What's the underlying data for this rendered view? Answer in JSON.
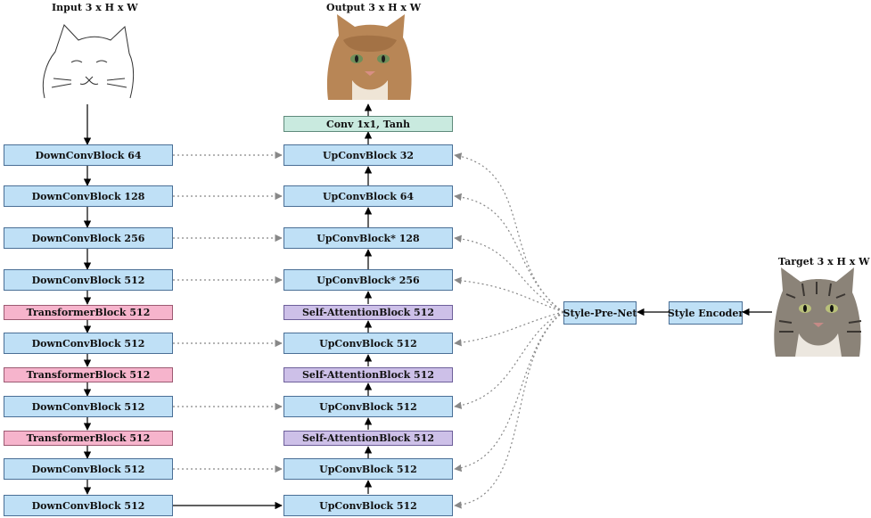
{
  "labels": {
    "input": "Input 3 x H x W",
    "output": "Output 3 x H x W",
    "target": "Target 3 x H x W"
  },
  "encoder": [
    "DownConvBlock 64",
    "DownConvBlock 128",
    "DownConvBlock 256",
    "DownConvBlock 512",
    "TransformerBlock 512",
    "DownConvBlock 512",
    "TransformerBlock  512",
    "DownConvBlock 512",
    "TransformerBlock  512",
    "DownConvBlock 512",
    "DownConvBlock 512"
  ],
  "decoder": [
    "Conv 1x1, Tanh",
    "UpConvBlock 32",
    "UpConvBlock 64",
    "UpConvBlock* 128",
    "UpConvBlock* 256",
    "Self-AttentionBlock 512",
    "UpConvBlock 512",
    "Self-AttentionBlock 512",
    "UpConvBlock 512",
    "Self-AttentionBlock 512",
    "UpConvBlock 512",
    "UpConvBlock 512"
  ],
  "style": {
    "pre_net": "Style-Pre-Net",
    "encoder": "Style Encoder"
  },
  "images": {
    "input_sketch": "cat-sketch-icon",
    "output_photo": "cat-photo-icon",
    "target_photo": "tabby-cat-photo-icon"
  }
}
